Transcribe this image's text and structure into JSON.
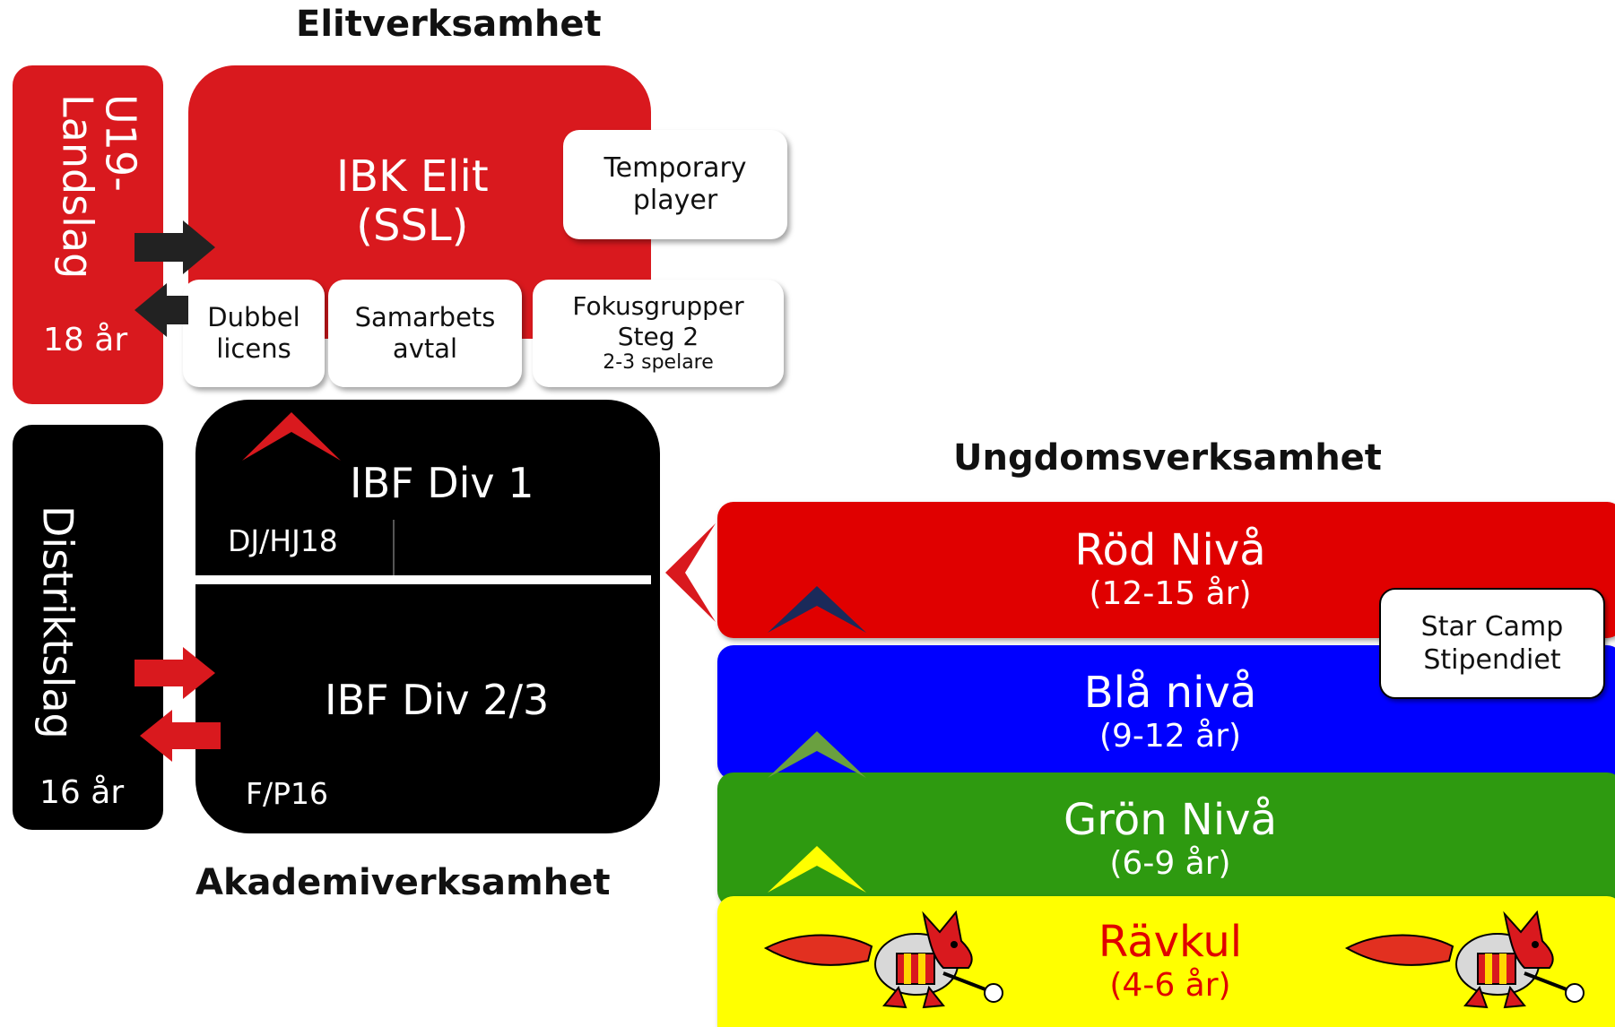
{
  "headings": {
    "elite": "Elitverksamhet",
    "youth": "Ungdomsverksamhet",
    "academy": "Akademiverksamhet"
  },
  "u19": {
    "title": "U19-\nLandslag",
    "age": "18 år"
  },
  "elite_team": {
    "title": "IBK Elit\n(SSL)"
  },
  "temporary": {
    "label": "Temporary\nplayer"
  },
  "dubbel": {
    "label": "Dubbel\nlicens"
  },
  "samarbets": {
    "label": "Samarbets\navtal"
  },
  "fokus": {
    "label": "Fokusgrupper\nSteg 2",
    "sub": "2-3 spelare"
  },
  "distrikt": {
    "title": "Distriktslag",
    "age": "16 år"
  },
  "div1": {
    "title": "IBF Div 1",
    "sub": "DJ/HJ18"
  },
  "div23": {
    "title": "IBF Div 2/3",
    "sub": "F/P16"
  },
  "levels": [
    {
      "name": "Röd Nivå",
      "ages": "(12-15 år)",
      "color": "#e00000",
      "text_color": "#ffffff"
    },
    {
      "name": "Blå nivå",
      "ages": "(9-12 år)",
      "color": "#0000ff",
      "text_color": "#ffffff"
    },
    {
      "name": "Grön Nivå",
      "ages": "(6-9 år)",
      "color": "#2e9a10",
      "text_color": "#ffffff"
    },
    {
      "name": "Rävkul",
      "ages": "(4-6 år)",
      "color": "#ffff00",
      "text_color": "#e00000"
    }
  ],
  "star_camp": {
    "label": "Star Camp\nStipendiet"
  },
  "colors": {
    "red": "#d9191e",
    "black": "#000000",
    "dark_navy": "#1a2a5a",
    "olive_green": "#6aa040",
    "yellow_chevron": "#ffff00"
  },
  "icons": {
    "mascot": "fox-mascot-icon",
    "chevron": "chevron-up-icon",
    "arrow": "arrow-icon"
  }
}
